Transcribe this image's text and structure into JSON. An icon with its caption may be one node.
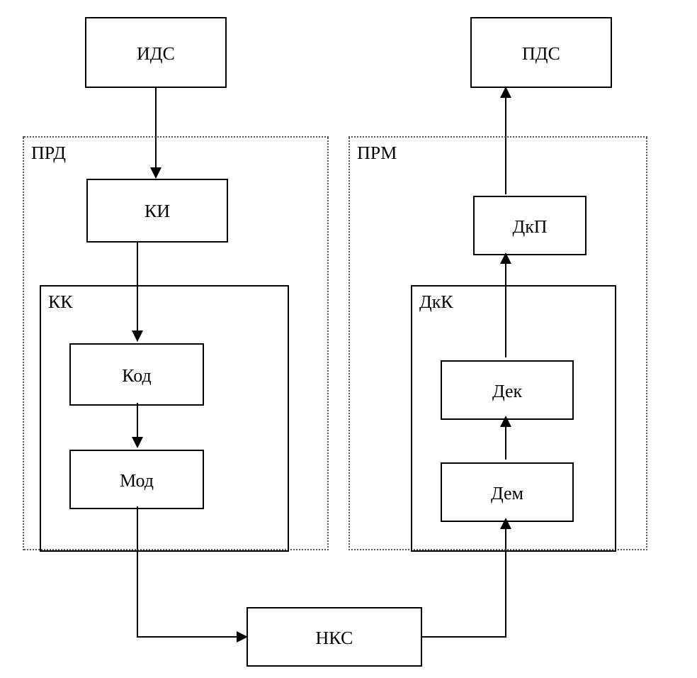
{
  "diagram": {
    "nodes": [
      {
        "text": [
          "ИДС"
        ]
      },
      {
        "text": [
          "ПРД"
        ]
      },
      {
        "text": [
          "КИ"
        ],
        "in": 1
      },
      {
        "text": [
          "КК"
        ],
        "in": 1
      },
      {
        "text": [
          "Код"
        ],
        "in": 3
      },
      {
        "text": [
          "Мод"
        ],
        "in": 3
      },
      {
        "text": [
          "ПДС"
        ]
      },
      {
        "text": [
          "ПРМ"
        ]
      },
      {
        "text": [
          "ДкП"
        ],
        "in": 7
      },
      {
        "text": [
          "ДкК"
        ],
        "in": 7
      },
      {
        "text": [
          "Дек"
        ],
        "in": 9
      },
      {
        "text": [
          "Дем"
        ],
        "in": 9
      },
      {
        "text": [
          "НКС"
        ]
      }
    ],
    "edges": [
      {
        "from": 0,
        "to": 2,
        "arrow": "to"
      },
      {
        "from": 2,
        "to": 4,
        "arrow": "to"
      },
      {
        "from": 4,
        "to": 5,
        "arrow": "to"
      },
      {
        "from": 5,
        "to": 12,
        "arrow": "to"
      },
      {
        "from": 12,
        "to": 11,
        "arrow": "to"
      },
      {
        "from": 11,
        "to": 10,
        "arrow": "to"
      },
      {
        "from": 10,
        "to": 8,
        "arrow": "to"
      },
      {
        "from": 8,
        "to": 6,
        "arrow": "to"
      }
    ]
  }
}
